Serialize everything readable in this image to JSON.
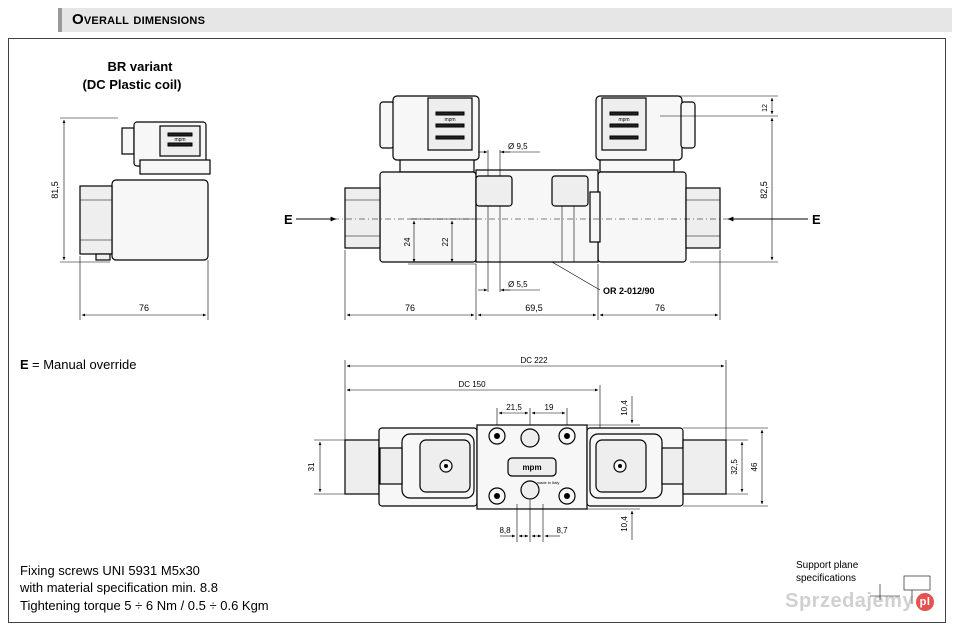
{
  "header": {
    "title": "Overall dimensions"
  },
  "side_view": {
    "title_line1": "BR variant",
    "title_line2": "(DC Plastic coil)",
    "dim_height": "81,5",
    "dim_width": "76"
  },
  "front_view": {
    "label_e": "E",
    "dim_bore_top": "Ø 9,5",
    "dim_bore_bottom": "Ø 5,5",
    "dim_24": "24",
    "dim_22": "22",
    "dim_12": "12",
    "dim_82_5": "82,5",
    "oring": "OR 2-012/90",
    "dim_left": "76",
    "dim_center": "69,5",
    "dim_right": "76"
  },
  "legend": {
    "e_letter": "E",
    "e_text": "= Manual override"
  },
  "top_view": {
    "dim_dc222": "DC 222",
    "dim_dc150": "DC 150",
    "dim_21_5": "21,5",
    "dim_19": "19",
    "dim_10_4_top": "10,4",
    "dim_10_4_bottom": "10,4",
    "dim_31": "31",
    "dim_32_5": "32,5",
    "dim_46": "46",
    "dim_8_8": "8,8",
    "dim_8_7": "8,7",
    "plate_brand": "mpm",
    "plate_text": "made in Italy"
  },
  "notes": {
    "line1": "Fixing screws UNI 5931 M5x30",
    "line2": "with material specification min. 8.8",
    "line3": "Tightening torque 5 ÷ 6 Nm / 0.5 ÷ 0.6 Kgm"
  },
  "support": {
    "line1": "Support  plane",
    "line2": "specifications"
  },
  "coil_brand": "mpm",
  "watermark": {
    "text": "Sprzedajemy",
    "badge": "pl"
  }
}
